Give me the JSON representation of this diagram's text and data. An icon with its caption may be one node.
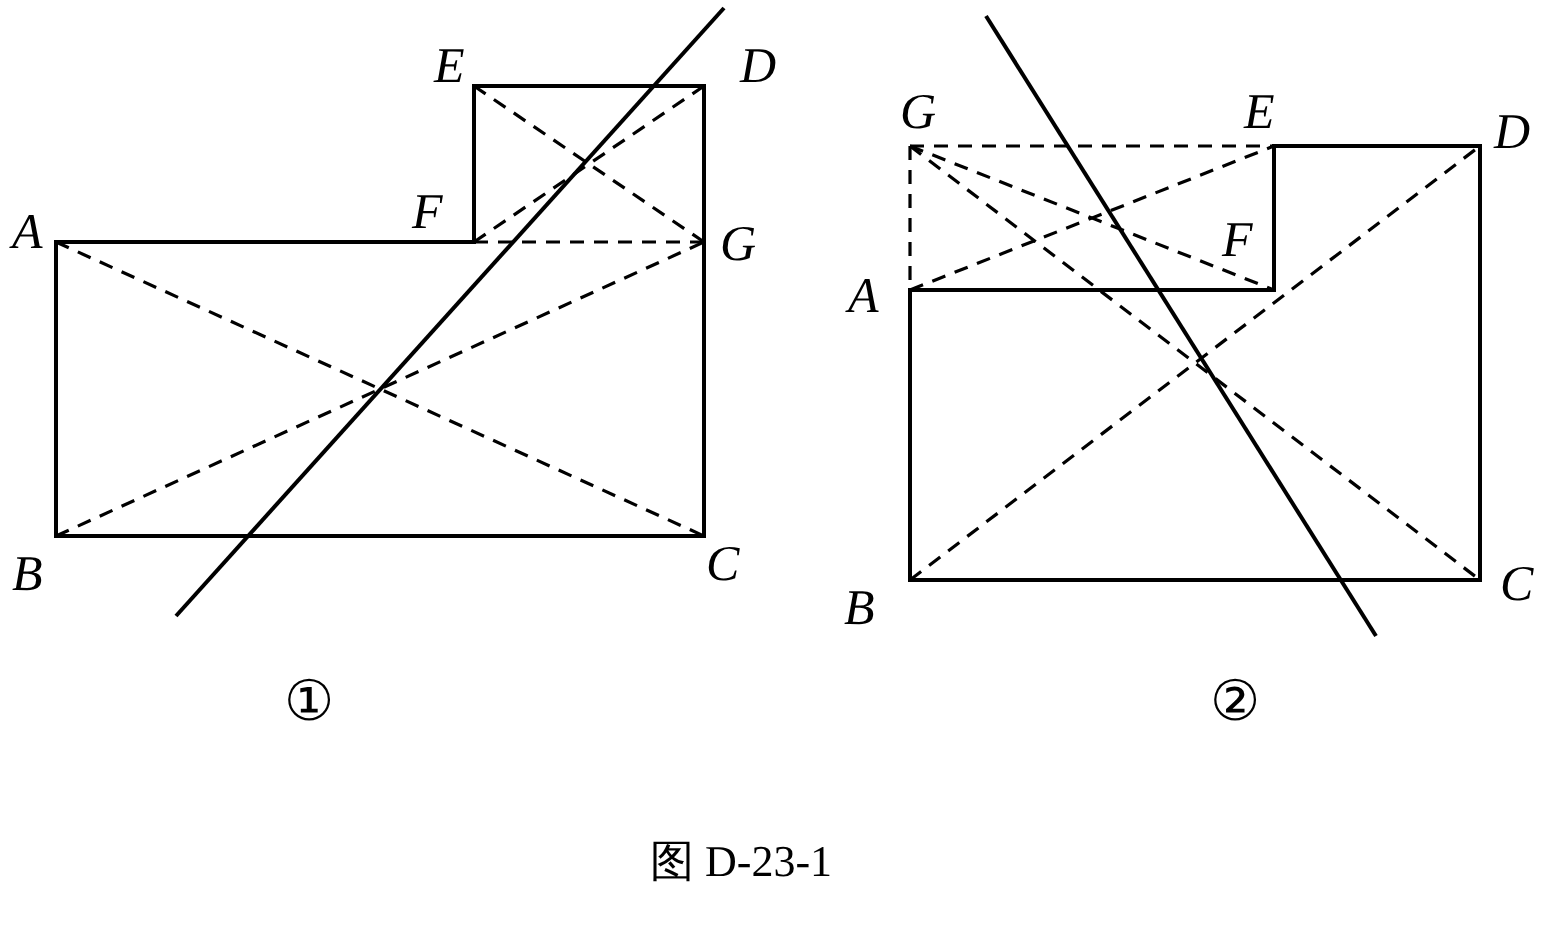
{
  "diagram": {
    "caption": "图 D-23-1",
    "labels": [
      "E",
      "D",
      "F",
      "A",
      "G",
      "B",
      "C",
      "G",
      "E",
      "D",
      "F",
      "A",
      "B",
      "C",
      "①",
      "②"
    ]
  }
}
